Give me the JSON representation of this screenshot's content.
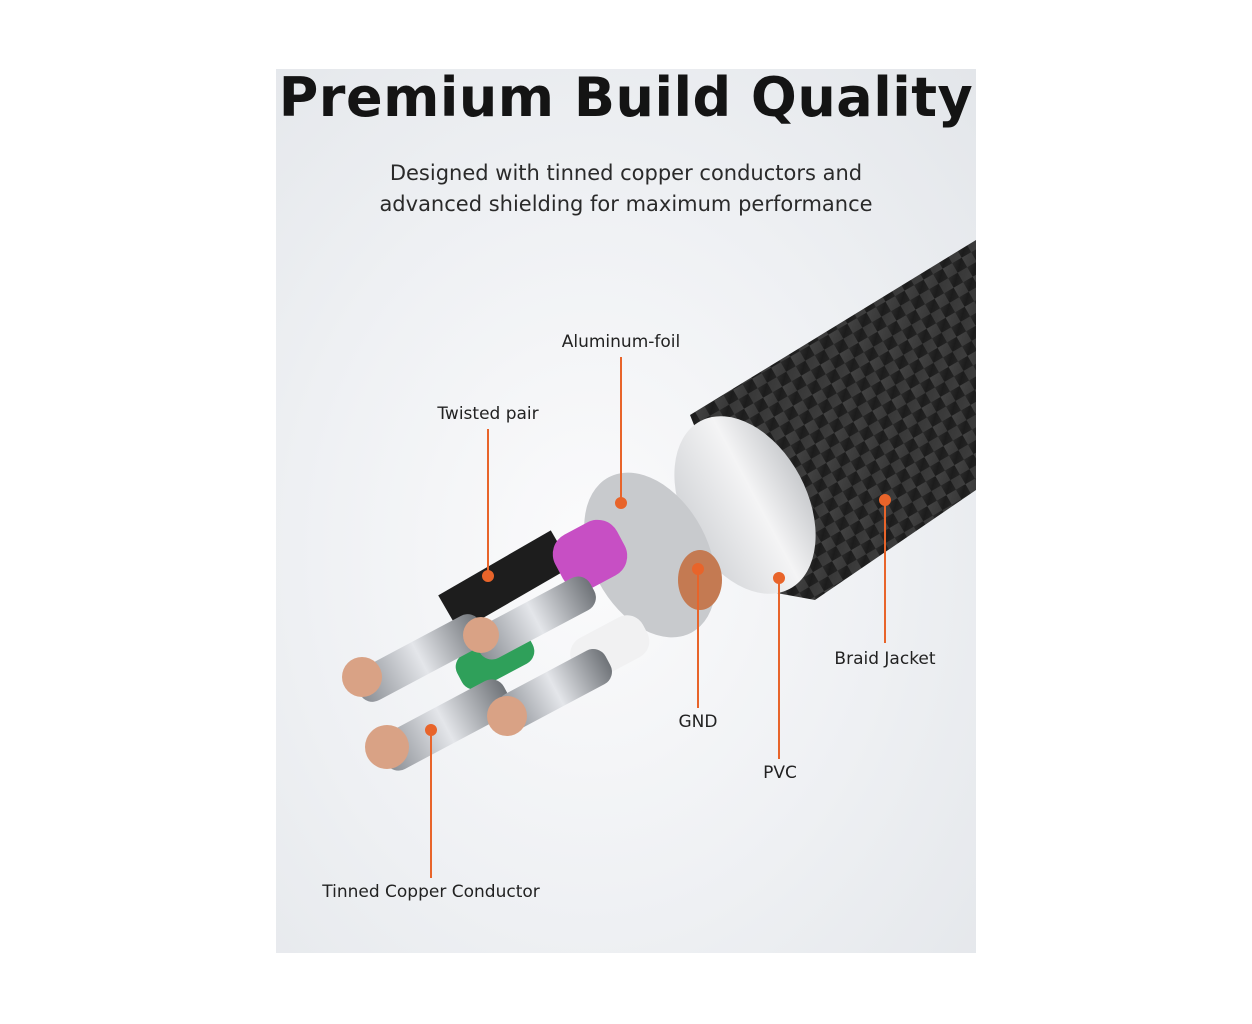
{
  "title": "Premium Build Quality",
  "subtitle_line1": "Designed with tinned copper conductors and",
  "subtitle_line2": "advanced shielding for maximum performance",
  "callouts": {
    "aluminum_foil": "Aluminum-foil",
    "twisted_pair": "Twisted pair",
    "braid_jacket": "Braid Jacket",
    "gnd": "GND",
    "pvc": "PVC",
    "tinned_copper": "Tinned Copper Conductor"
  },
  "colors": {
    "callout": "#e8642a",
    "foil_accent": "#c74fc4",
    "green_accent": "#2fa05a"
  }
}
